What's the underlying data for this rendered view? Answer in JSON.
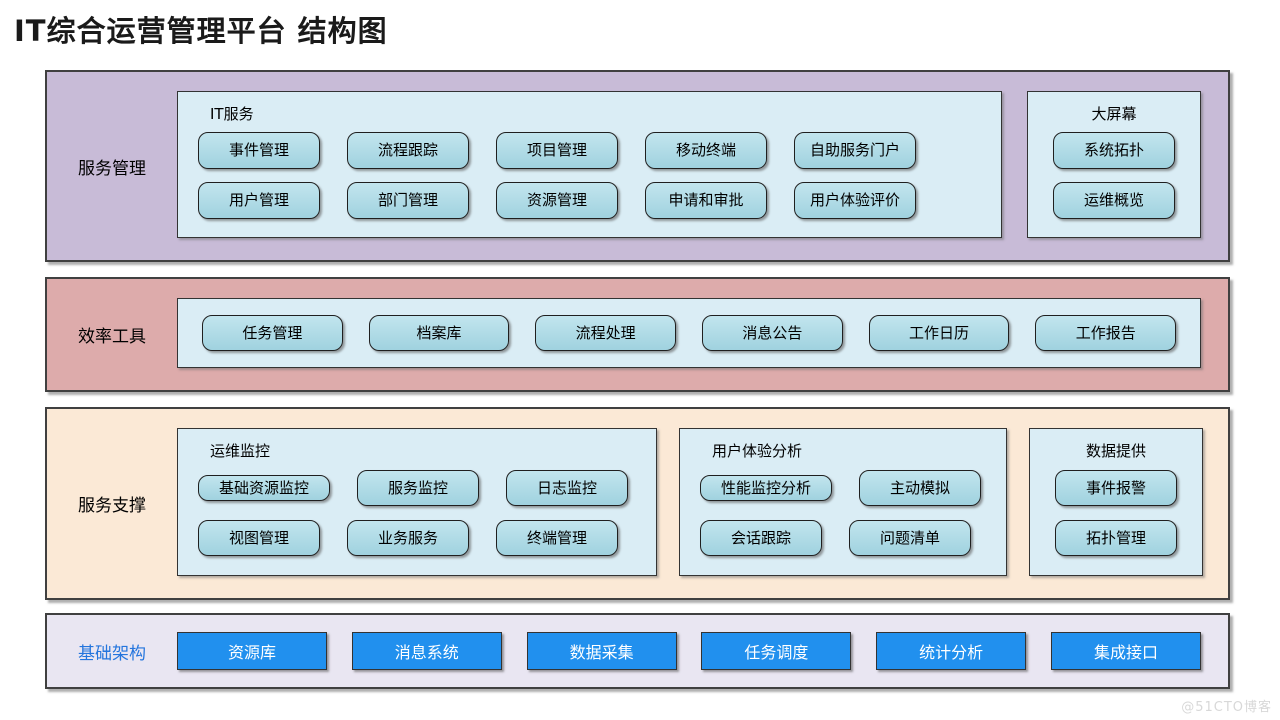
{
  "title": "IT综合运营管理平台 结构图",
  "watermark": "@51CTO博客",
  "colors": {
    "band1_bg": "#c8bbd7",
    "band2_bg": "#ddabab",
    "band3_bg": "#fbe9d6",
    "band4_bg": "#e9e6f2",
    "band4_label": "#2475dd",
    "panel_bg": "#daedf5",
    "node_bg_top": "#c2e5ee",
    "node_bg_bottom": "#a0d2df",
    "blue_btn_bg": "#2190ee"
  },
  "bands": [
    {
      "id": "service-management",
      "label": "服务管理",
      "panels": [
        {
          "id": "it-service",
          "title": "IT服务",
          "rows": [
            [
              "事件管理",
              "流程跟踪",
              "项目管理",
              "移动终端",
              "自助服务门户"
            ],
            [
              "用户管理",
              "部门管理",
              "资源管理",
              "申请和审批",
              "用户体验评价"
            ]
          ]
        },
        {
          "id": "big-screen",
          "title": "大屏幕",
          "rows": [
            [
              "系统拓扑"
            ],
            [
              "运维概览"
            ]
          ]
        }
      ]
    },
    {
      "id": "efficiency-tools",
      "label": "效率工具",
      "panels": [
        {
          "id": "tools",
          "title": "",
          "rows": [
            [
              "任务管理",
              "档案库",
              "流程处理",
              "消息公告",
              "工作日历",
              "工作报告"
            ]
          ]
        }
      ]
    },
    {
      "id": "service-support",
      "label": "服务支撑",
      "panels": [
        {
          "id": "ops-monitoring",
          "title": "运维监控",
          "rows": [
            [
              "基础资源监控",
              "服务监控",
              "日志监控"
            ],
            [
              "视图管理",
              "业务服务",
              "终端管理"
            ]
          ]
        },
        {
          "id": "ux-analysis",
          "title": "用户体验分析",
          "rows": [
            [
              "性能监控分析",
              "主动模拟"
            ],
            [
              "会话跟踪",
              "问题清单"
            ]
          ]
        },
        {
          "id": "data-provision",
          "title": "数据提供",
          "rows": [
            [
              "事件报警"
            ],
            [
              "拓扑管理"
            ]
          ]
        }
      ]
    },
    {
      "id": "infrastructure",
      "label": "基础架构",
      "flat_buttons": [
        "资源库",
        "消息系统",
        "数据采集",
        "任务调度",
        "统计分析",
        "集成接口"
      ]
    }
  ]
}
